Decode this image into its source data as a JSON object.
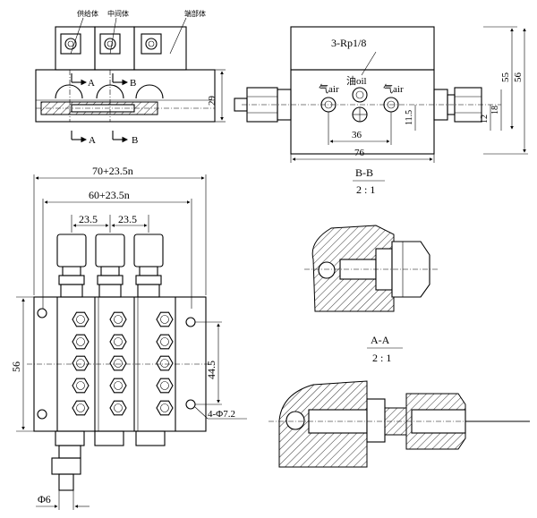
{
  "top_left": {
    "label_supply": "供给体",
    "label_middle": "中间体",
    "label_end": "端部体",
    "section_a_upper": "A",
    "section_b_upper": "B",
    "section_a_lower": "A",
    "section_b_lower": "B",
    "dim_height": "29"
  },
  "top_right": {
    "thread": "3-Rp1/8",
    "oil_label": "油oil",
    "air_left": "气air",
    "air_right": "气air",
    "dim_36": "36",
    "dim_76": "76",
    "dim_11_5": "11.5",
    "dim_12": "12",
    "dim_18": "18",
    "dim_55": "55",
    "dim_56": "56"
  },
  "front_view": {
    "dim_overall_width": "70+23.5n",
    "dim_hole_spacing": "60+23.5n",
    "dim_pitch_1": "23.5",
    "dim_pitch_2": "23.5",
    "dim_height": "56",
    "dim_44_5": "44.5",
    "dim_holes": "4-Φ7.2",
    "dim_diameter": "Φ6"
  },
  "section_bb": {
    "title": "B-B",
    "scale": "2 : 1"
  },
  "section_aa": {
    "title": "A-A",
    "scale": "2 : 1"
  }
}
